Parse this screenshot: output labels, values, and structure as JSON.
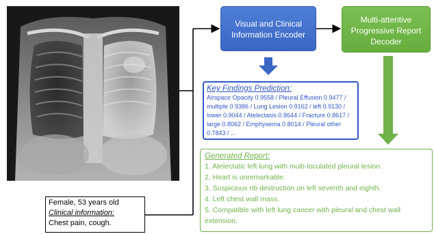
{
  "encoder": {
    "title": "Visual and Clinical Information Encoder"
  },
  "decoder": {
    "title": "Multi-attentive Progressive Report Decoder"
  },
  "patient": {
    "line1": "Female, 53 years old",
    "clinical_label": "Clinical information:",
    "clinical_text": "Chest pain, cough."
  },
  "findings": {
    "title": "Key Findings Prediction:",
    "text": "Airspace Opacity 0.9558 / Pleural Effusion 0.9477 / multiple 0.9386 / Lung Lesion 0.9162 / left 0.9130 / lower 0.9044 / Atelectasis 0.8644 / Fracture 0.8617 / large 0.8062 / Emphysema 0.8014 / Pleural other 0.7843 / ..."
  },
  "report": {
    "title": "Generated Report:",
    "items": [
      "1. Atelectatic left lung with multi-loculated pleural lesion.",
      "2. Heart is unremarkable.",
      "3. Suspicious rib destruction on left seventh and eighth.",
      "4. Left chest wall mass.",
      "5. Compatible with left lung cancer with pleural and chest wall extension."
    ]
  },
  "colors": {
    "blue": "#3a66c4",
    "green": "#6fb24a",
    "findings_text": "#2f56c6"
  }
}
